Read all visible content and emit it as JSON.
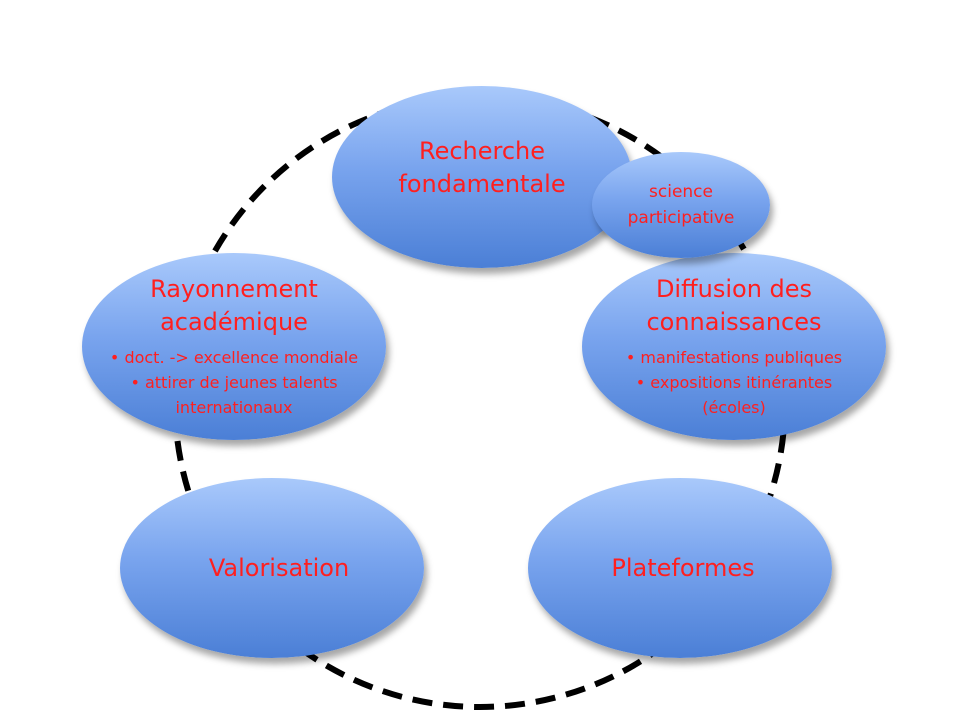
{
  "nodes": {
    "recherche": {
      "title_line1": "Recherche",
      "title_line2": "fondamentale"
    },
    "science": {
      "line1": "science",
      "line2": "participative"
    },
    "rayonnement": {
      "title_line1": "Rayonnement",
      "title_line2": "académique",
      "bullets": [
        "doct. -> excellence mondiale",
        "attirer de jeunes talents",
        "internationaux"
      ]
    },
    "diffusion": {
      "title_line1": "Diffusion des",
      "title_line2": "connaissances",
      "bullets": [
        "manifestations publiques",
        "expositions itinérantes",
        "(écoles)"
      ]
    },
    "valorisation": {
      "title": "Valorisation"
    },
    "plateformes": {
      "title": "Plateformes"
    }
  },
  "colors": {
    "node_fill_top": "#a9c9fb",
    "node_fill_bottom": "#4b7fd6",
    "text": "#ff1f1f",
    "cycle_stroke": "#000000"
  }
}
